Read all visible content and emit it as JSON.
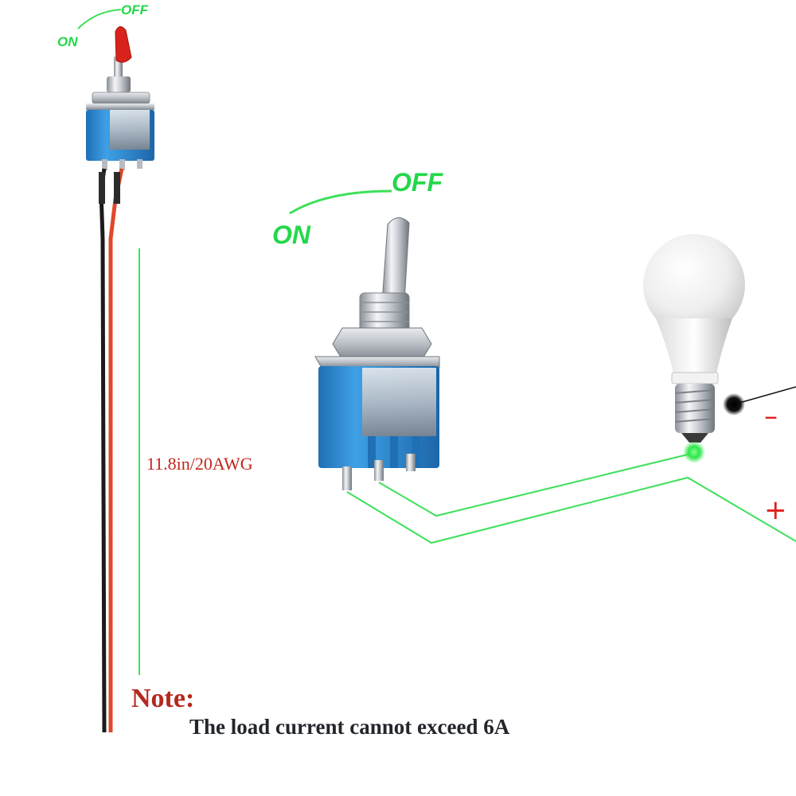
{
  "small_switch": {
    "on_label": "ON",
    "off_label": "OFF",
    "lever_cap_color": "#d8231c",
    "body_color": "#2f8fd6"
  },
  "wires": {
    "red_color": "#e0482a",
    "black_color": "#1b1b1b",
    "length_label": "11.8in/20AWG"
  },
  "large_switch": {
    "on_label": "ON",
    "off_label": "OFF",
    "body_color": "#2f8fd6"
  },
  "circuit": {
    "line_color": "#3ee05a",
    "minus_label": "–",
    "plus_label": "+",
    "minus_dot_color": "#111111",
    "plus_dot_color": "#2ee64a"
  },
  "note": {
    "title": "Note:",
    "text": "The load current cannot exceed 6A"
  }
}
